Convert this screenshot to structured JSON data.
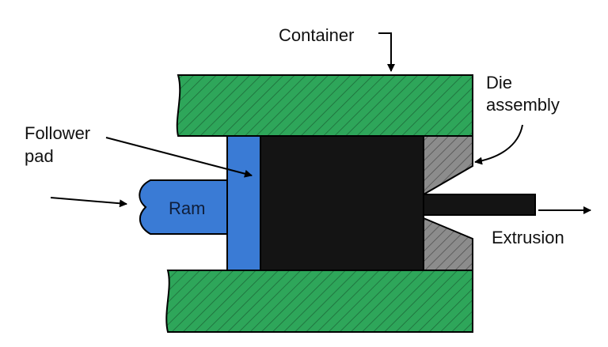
{
  "labels": {
    "container": "Container",
    "die_assembly_line1": "Die",
    "die_assembly_line2": "assembly",
    "follower_pad_line1": "Follower",
    "follower_pad_line2": "pad",
    "ram": "Ram",
    "extrusion": "Extrusion"
  },
  "colors": {
    "container": "#2ea65a",
    "container_hatch": "#1d6b3a",
    "follower_pad": "#3a7bd5",
    "ram": "#3a7bd5",
    "billet": "#141414",
    "die": "#8c8c8c",
    "die_hatch": "#4a4a4a",
    "extrusion": "#141414"
  }
}
